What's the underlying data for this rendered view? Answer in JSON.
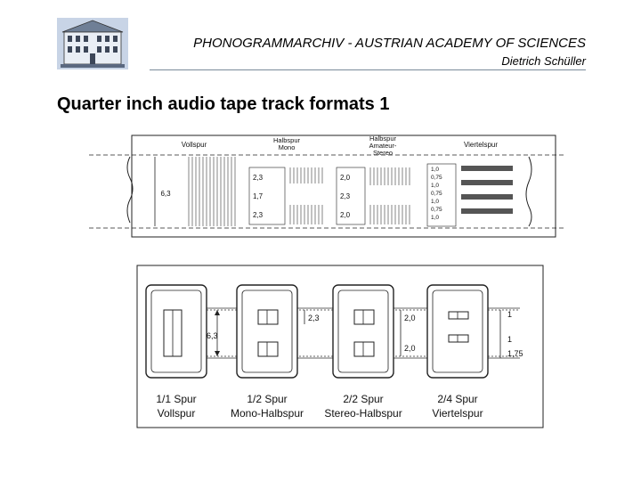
{
  "header": {
    "title": "PHONOGRAMMARCHIV - AUSTRIAN ACADEMY OF SCIENCES",
    "author": "Dietrich Schüller"
  },
  "slide": {
    "title": "Quarter inch audio tape track formats 1"
  },
  "top_figure": {
    "columns": [
      {
        "label": "Vollspur"
      },
      {
        "label": "Halbspur\nMono"
      },
      {
        "label": "Halbspur\nAmateur-\nStereo"
      },
      {
        "label": "Viertelspur"
      }
    ],
    "full_width": "6,3",
    "mono_tracks": [
      "2,3",
      "1,7",
      "2,3"
    ],
    "stereo_tracks": [
      "2,0",
      "2,3",
      "2,0"
    ],
    "quarter_tracks": [
      "1,0",
      "0,75",
      "1,0",
      "0,75",
      "1,0",
      "0,75",
      "1,0"
    ]
  },
  "bottom_figure": {
    "tape_width": "6,3",
    "mono_gap": "2,3",
    "stereo_dims": [
      "2,0",
      "2,0"
    ],
    "quarter_dims": [
      "1",
      "1",
      "1,75"
    ],
    "heads": [
      {
        "line1": "1/1 Spur",
        "line2": "Vollspur"
      },
      {
        "line1": "1/2 Spur",
        "line2": "Mono-Halbspur"
      },
      {
        "line1": "2/2 Spur",
        "line2": "Stereo-Halbspur"
      },
      {
        "line1": "2/4 Spur",
        "line2": "Viertelspur"
      }
    ]
  }
}
